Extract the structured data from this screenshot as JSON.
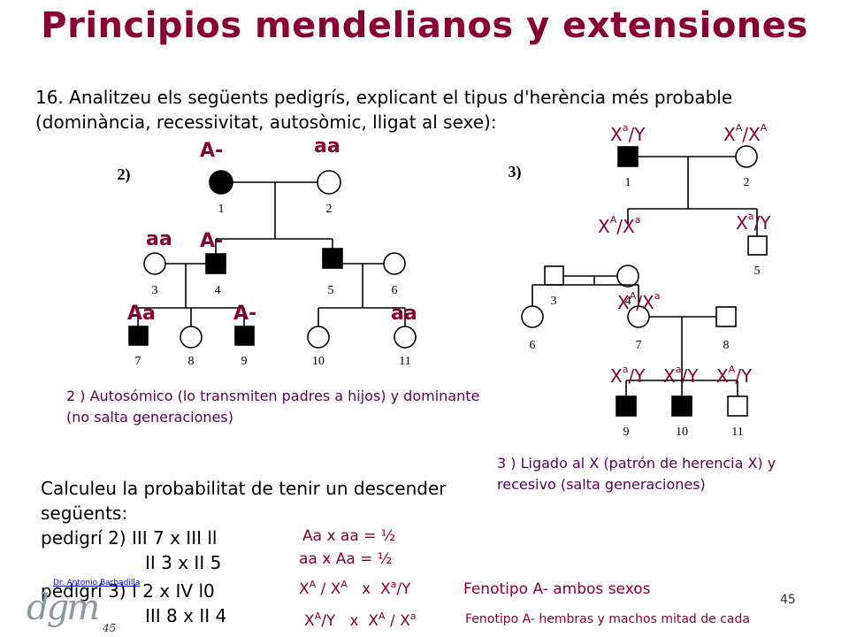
{
  "title": "Principios mendelianos y extensiones",
  "question": {
    "line1": "16. Analitzeu els següents pedigrís, explicant el tipus d'herència més probable",
    "line2": "(dominància, recessivitat, autosòmic, lligat al sexe):"
  },
  "pedigree2": {
    "label": "2)",
    "numbers": [
      "1",
      "2",
      "3",
      "4",
      "5",
      "6",
      "7",
      "8",
      "9",
      "10",
      "11"
    ],
    "genotypes": {
      "g1": "A-",
      "g2": "aa",
      "g3": "aa",
      "g4": "A-",
      "g7": "Aa",
      "g9": "A-",
      "g11": "aa"
    },
    "answer": "2 ) Autosómico (lo transmiten padres a hijos) y dominante (no salta generaciones)"
  },
  "pedigree3": {
    "label": "3)",
    "numbers": [
      "1",
      "2",
      "3",
      "4",
      "5",
      "6",
      "7",
      "8",
      "9",
      "10",
      "11"
    ],
    "genotypes": {
      "g1": {
        "base": "X",
        "sup": "a",
        "rest": "/Y"
      },
      "g2": {
        "base": "X",
        "sup": "A",
        "rest": "/X",
        "sup2": "A"
      },
      "g4": {
        "base": "X",
        "sup": "A",
        "rest": "/X",
        "sup2": "a"
      },
      "g5": {
        "base": "X",
        "sup": "a",
        "rest": "/Y"
      },
      "g7": {
        "base": "X",
        "sup": "A",
        "rest": "/X",
        "sup2": "a"
      },
      "g9": {
        "base": "X",
        "sup": "a",
        "rest": "/Y"
      },
      "g10": {
        "base": "X",
        "sup": "a",
        "rest": "/Y"
      },
      "g11": {
        "base": "X",
        "sup": "A",
        "rest": "/Y"
      }
    },
    "answer": "3 ) Ligado al X (patrón de herencia X) y recesivo (salta generaciones)"
  },
  "calc": {
    "line1": "Calculeu la probabilitat de tenir un descender",
    "line2": "següents:",
    "line3a": "pedigrí 2) III 7 x III ll",
    "line4": "II 3 x II 5",
    "line5a": "pedigrí 3) I 2 x IV l0",
    "line6": "III 8 x II 4"
  },
  "results": {
    "r1": "Aa x aa = ½",
    "r2": "aa x Aa = ½",
    "r3_note": "Fenotipo A- ambos sexos",
    "r4_note": "Fenotipo A- hembras y machos mitad de cada"
  },
  "footer": {
    "logo_link": "Dr. Antonio Barbadilla",
    "logo_text": "dgm",
    "logo_number": "45",
    "page_number": "45"
  },
  "colors": {
    "title": "#8B0033",
    "genotype": "#8B0033",
    "answer": "#5a0050",
    "affected": "#000000"
  }
}
